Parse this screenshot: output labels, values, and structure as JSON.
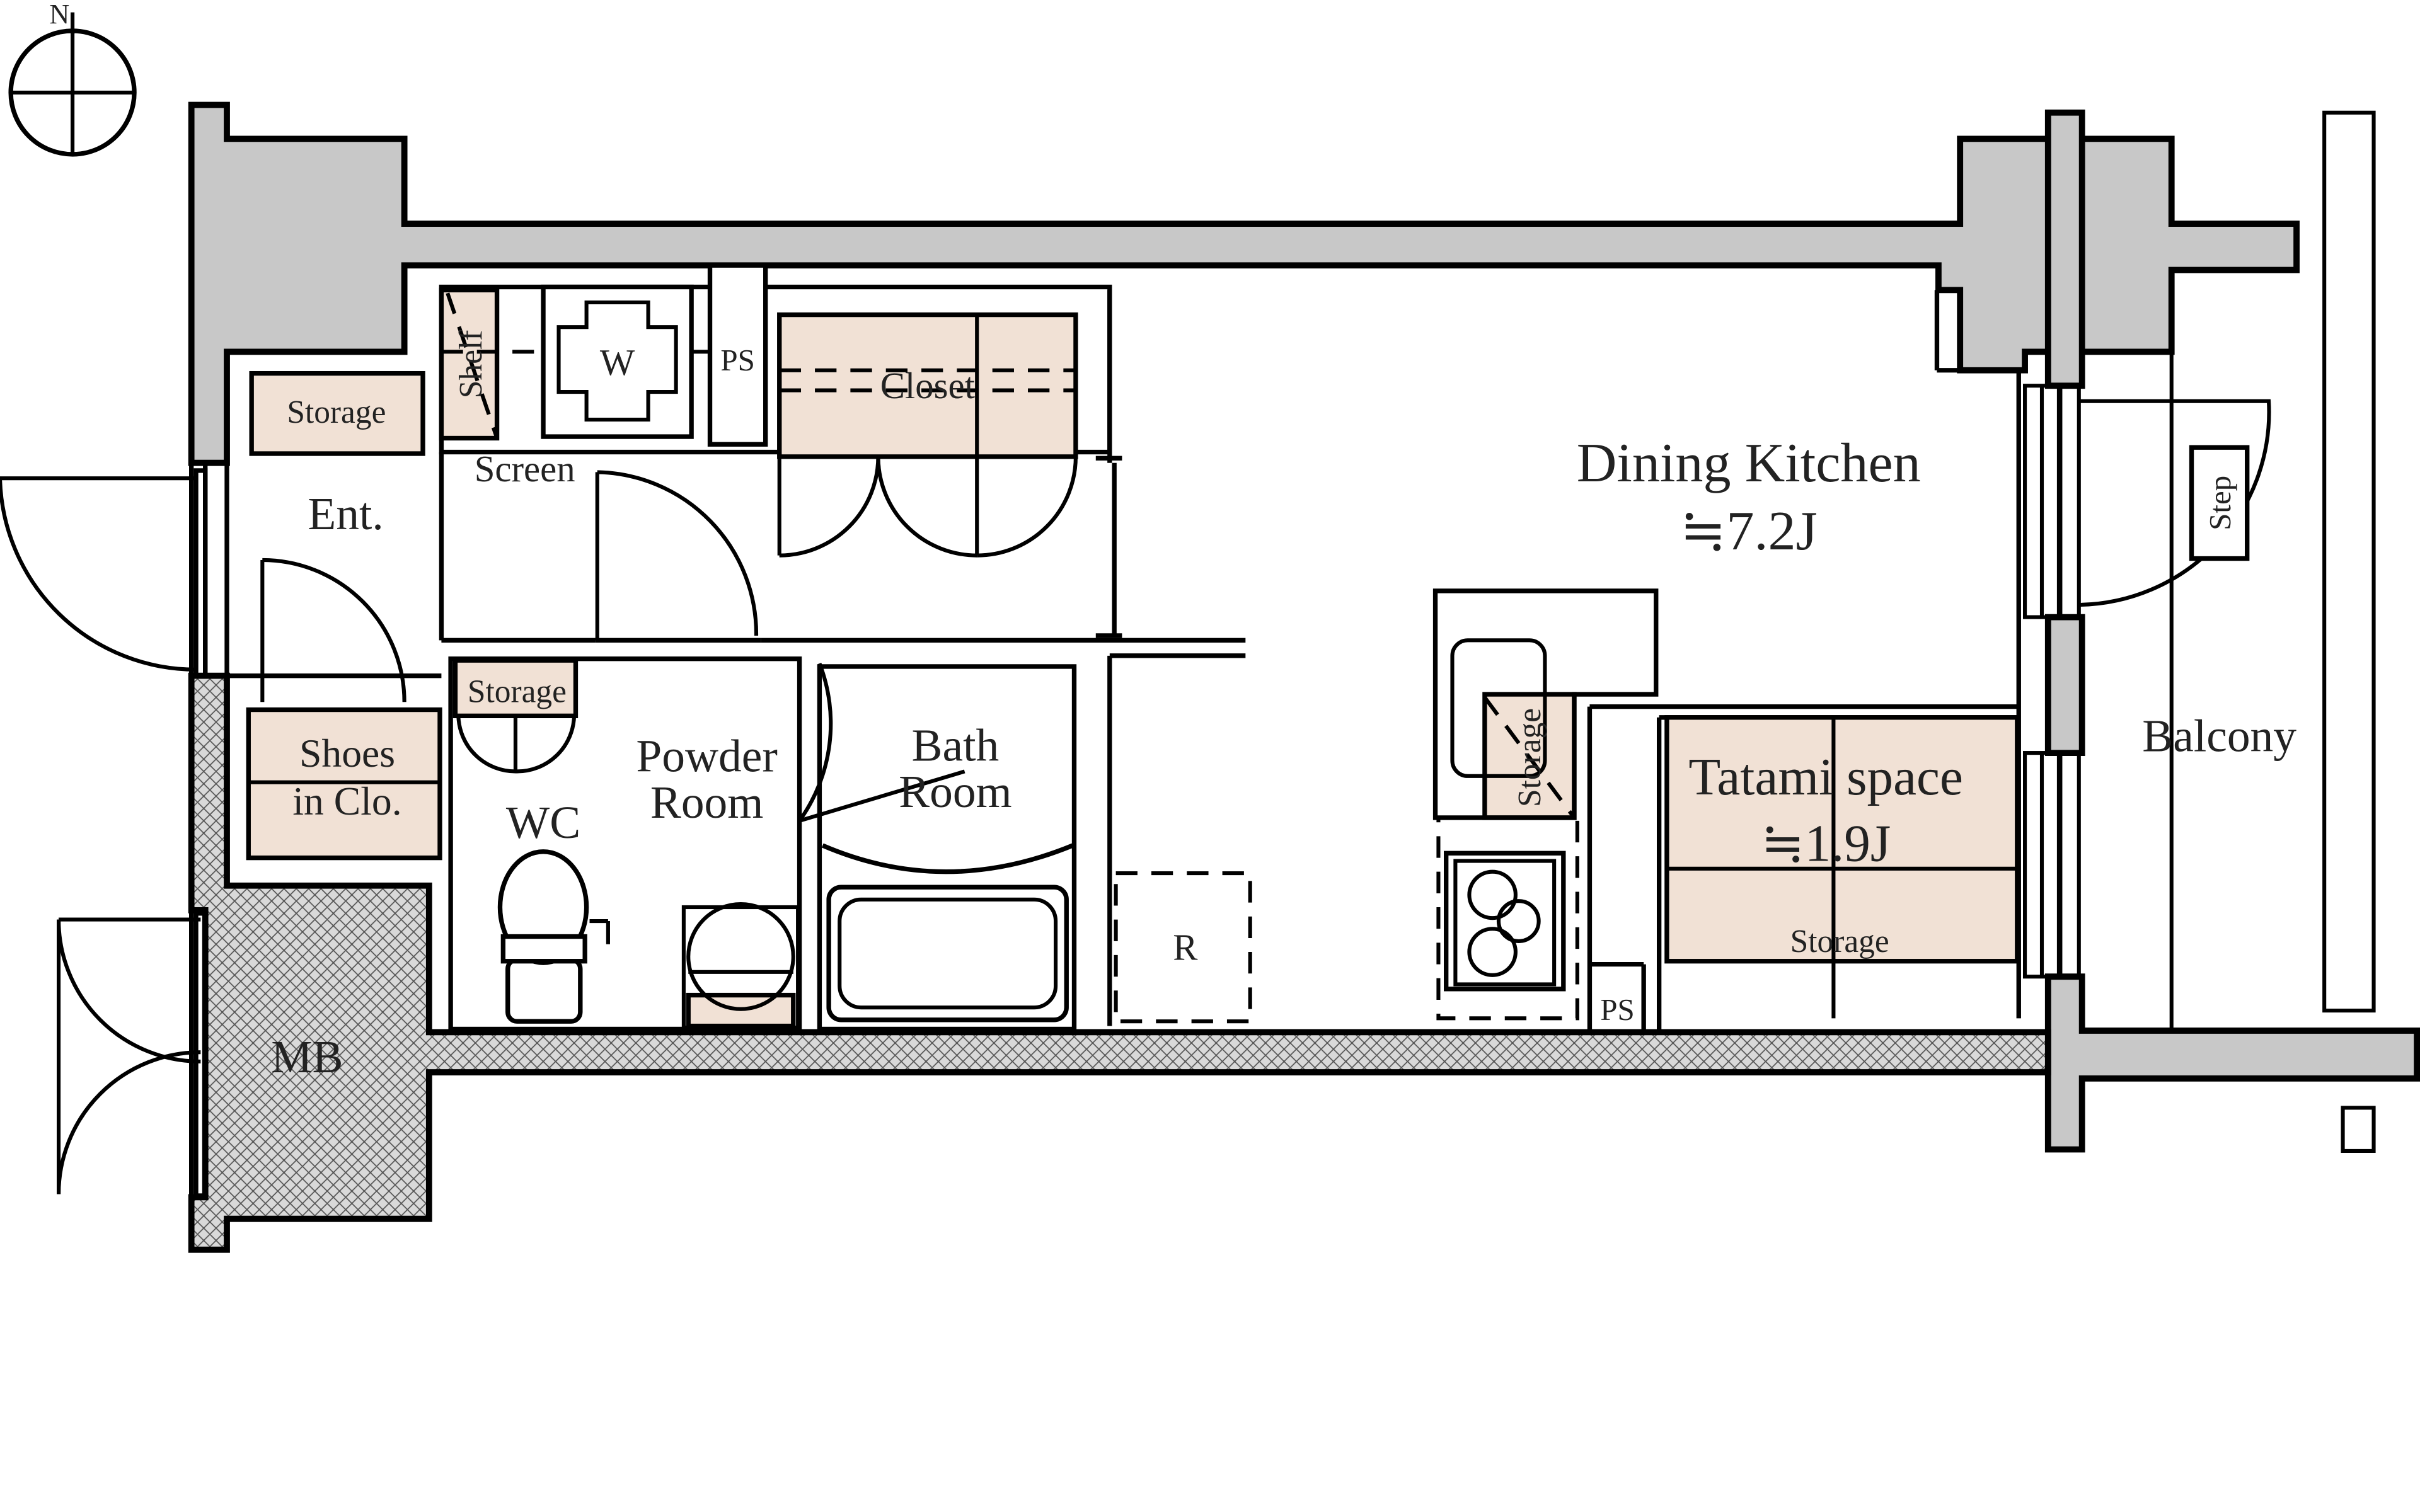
{
  "compass": {
    "north_label": "N"
  },
  "rooms": {
    "entrance": "Ent.",
    "dining_kitchen": {
      "name": "Dining Kitchen",
      "area": "≒7.2J"
    },
    "tatami_space": {
      "name": "Tatami space",
      "area": "≒1.9J"
    },
    "powder_room": {
      "line1": "Powder",
      "line2": "Room"
    },
    "bath_room": {
      "line1": "Bath",
      "line2": "Room"
    },
    "wc": "WC",
    "meter_box": "MB",
    "balcony": "Balcony"
  },
  "storage": {
    "entrance_storage": "Storage",
    "wc_storage": "Storage",
    "kitchen_storage": "Storage",
    "tatami_storage": "Storage",
    "shoes_closet": {
      "line1": "Shoes",
      "line2": "in Clo."
    },
    "shelf": "Shelf",
    "closet": "Closet"
  },
  "fixtures": {
    "washer": "W",
    "pipe_space_top": "PS",
    "pipe_space_bottom": "PS",
    "refrigerator": "R",
    "screen": "Screen",
    "step": "Step"
  },
  "colors": {
    "storage_fill": "#f1e1d5",
    "wall_fill": "#c8c8c8",
    "line": "#000000",
    "background": "#ffffff"
  }
}
